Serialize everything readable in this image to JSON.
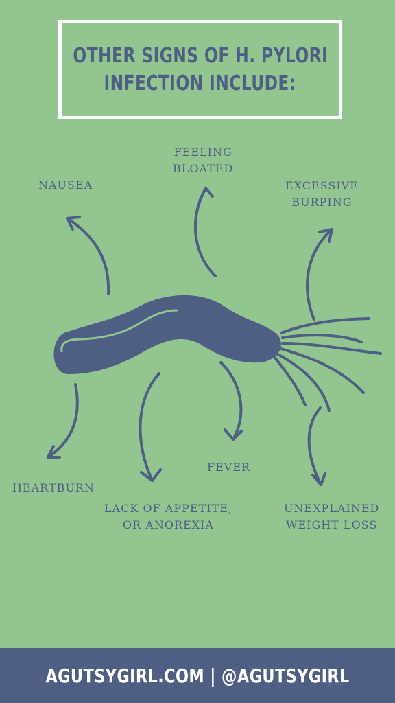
{
  "title": {
    "line1": "OTHER SIGNS OF H. PYLORI",
    "line2": "INFECTION INCLUDE:"
  },
  "symptoms": {
    "nausea": "NAUSEA",
    "bloated_1": "FEELING",
    "bloated_2": "BLOATED",
    "burping_1": "EXCESSIVE",
    "burping_2": "BURPING",
    "heartburn": "HEARTBURN",
    "appetite_1": "LACK OF APPETITE,",
    "appetite_2": "OR ANOREXIA",
    "fever": "FEVER",
    "weight_1": "UNEXPLAINED",
    "weight_2": "WEIGHT LOSS"
  },
  "footer": {
    "text": "AGUTSYGIRL.COM  |  @AGUTSYGIRL"
  },
  "colors": {
    "background": "#93c590",
    "accent": "#4f5f84",
    "box_border": "#ffffff"
  }
}
